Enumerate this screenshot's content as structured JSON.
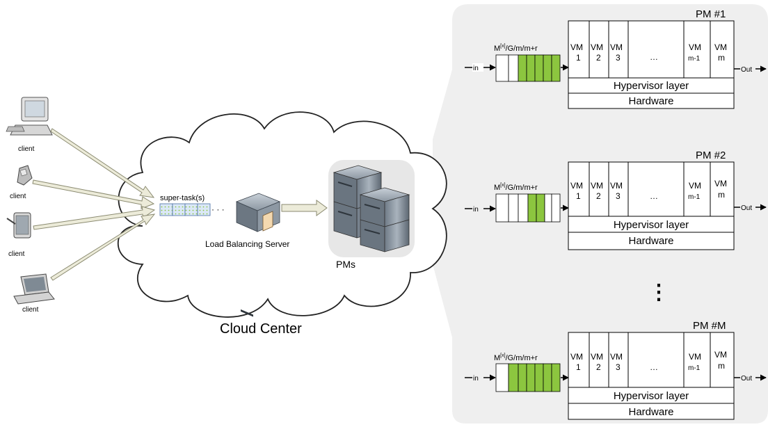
{
  "clients": {
    "label_1": "client",
    "label_2": "client",
    "label_3": "client",
    "label_4": "client"
  },
  "cloud": {
    "title": "Cloud Center",
    "super_task_label": "super-task(s)",
    "load_balancer_label": "Load Balancing Server",
    "pms_label": "PMs",
    "dots": "· · ·"
  },
  "pms": [
    {
      "title": "PM #1",
      "queue_prefix": "M",
      "queue_sup": "[x]",
      "queue_suffix": "/G/m/m+r",
      "in_label": "in",
      "out_label": "Out",
      "vm1_a": "VM",
      "vm1_b": "1",
      "vm2_a": "VM",
      "vm2_b": "2",
      "vm3_a": "VM",
      "vm3_b": "3",
      "vm_dots": "…",
      "vmm1_a": "VM",
      "vmm1_b": "m-1",
      "vmm_a": "VM",
      "vmm_b": "m",
      "hypervisor": "Hypervisor layer",
      "hardware": "Hardware"
    },
    {
      "title": "PM #2",
      "queue_prefix": "M",
      "queue_sup": "[x]",
      "queue_suffix": "/G/m/m+r",
      "in_label": "in",
      "out_label": "Out",
      "vm1_a": "VM",
      "vm1_b": "1",
      "vm2_a": "VM",
      "vm2_b": "2",
      "vm3_a": "VM",
      "vm3_b": "3",
      "vm_dots": "…",
      "vmm1_a": "VM",
      "vmm1_b": "m-1",
      "vmm_a": "VM",
      "vmm_b": "m",
      "hypervisor": "Hypervisor layer",
      "hardware": "Hardware"
    },
    {
      "title": "PM #M",
      "queue_prefix": "M",
      "queue_sup": "[x]",
      "queue_suffix": "/G/m/m+r",
      "in_label": "in",
      "out_label": "Out",
      "vm1_a": "VM",
      "vm1_b": "1",
      "vm2_a": "VM",
      "vm2_b": "2",
      "vm3_a": "VM",
      "vm3_b": "3",
      "vm_dots": "…",
      "vmm1_a": "VM",
      "vmm1_b": "m-1",
      "vmm_a": "VM",
      "vmm_b": "m",
      "hypervisor": "Hypervisor layer",
      "hardware": "Hardware"
    }
  ],
  "vertical_ellipsis": "⋮",
  "colors": {
    "panel": "#efefef",
    "cloud_stroke": "#222222",
    "queue_green": "#8cc63f",
    "arrow_fill": "#ecebd9",
    "arrow_stroke": "#8a8a70",
    "task_box": "#dbe8f7",
    "task_dot": "#8cc63f",
    "server_body": "#8e9aa6"
  },
  "icons": {
    "desktop": "desktop-computer-icon",
    "phone": "mobile-phone-icon",
    "tablet": "tablet-icon",
    "laptop": "laptop-icon",
    "server": "server-icon",
    "rack": "server-rack-icon"
  }
}
